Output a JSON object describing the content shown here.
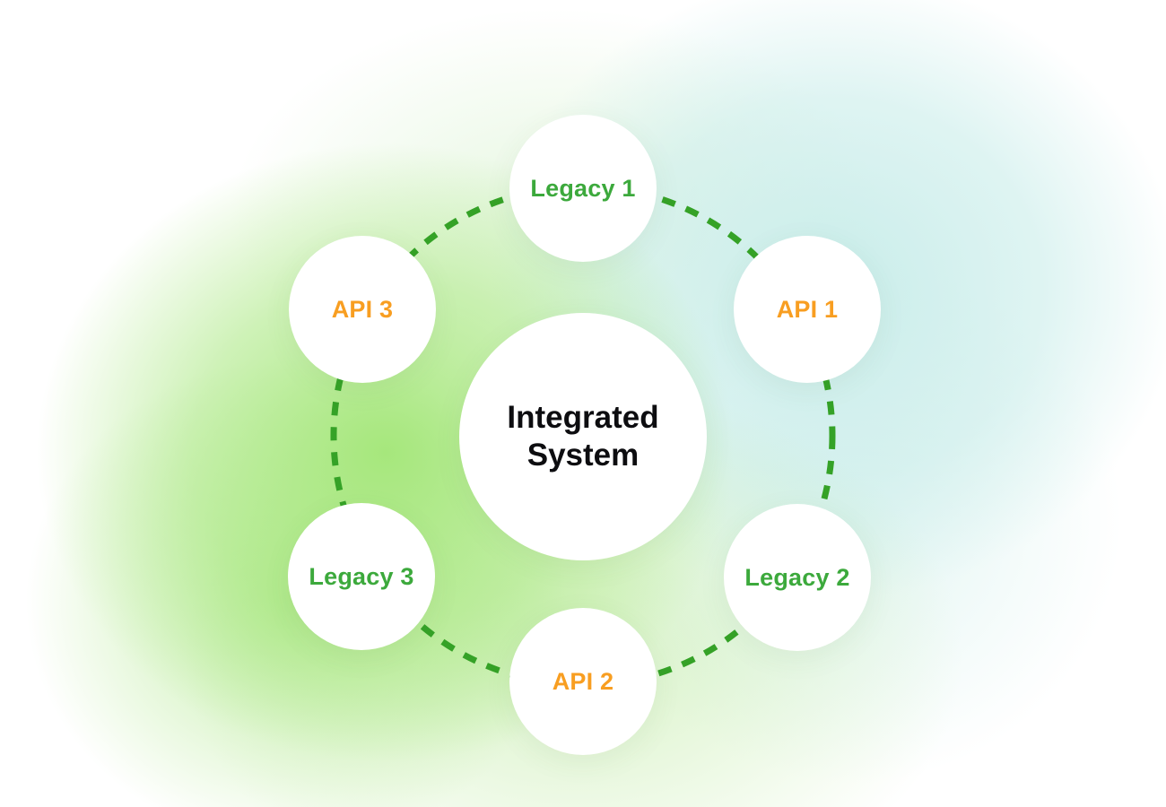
{
  "diagram": {
    "center": {
      "label": "Integrated System"
    },
    "nodes": [
      {
        "label": "Legacy 1",
        "type": "legacy"
      },
      {
        "label": "API 1",
        "type": "api"
      },
      {
        "label": "Legacy 2",
        "type": "legacy"
      },
      {
        "label": "API 2",
        "type": "api"
      },
      {
        "label": "Legacy 3",
        "type": "legacy"
      },
      {
        "label": "API 3",
        "type": "api"
      }
    ],
    "colors": {
      "legacy-text": "#3CA93C",
      "api-text": "#F89E21",
      "dash-line": "#35A227",
      "center-text": "#0D0D10",
      "blob-green": "#A6E77C",
      "blob-teal": "#C9EDEA"
    }
  }
}
